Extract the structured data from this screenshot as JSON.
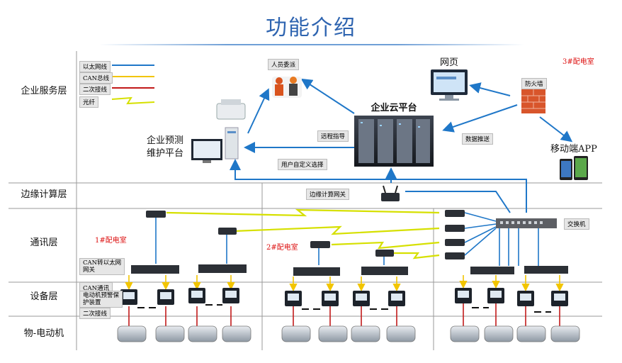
{
  "title": "功能介绍",
  "layers": [
    "企业服务层",
    "边缘计算层",
    "通讯层",
    "设备层",
    "物-电动机"
  ],
  "legend": [
    {
      "label": "以太网线",
      "color": "#1f77c8"
    },
    {
      "label": "CAN总线",
      "color": "#f2c500"
    },
    {
      "label": "二次接线",
      "color": "#c21a1a"
    },
    {
      "label": "光纤",
      "color": "#d6e000"
    }
  ],
  "service": {
    "personnel": "人员委派",
    "webpage": "网页",
    "firewall": "防火墙",
    "room3": "3#配电室",
    "cloud": "企业云平台",
    "predict_line1": "企业预测",
    "predict_line2": "维护平台",
    "mobile": "移动端APP",
    "remote": "远程指导",
    "push": "数据推送",
    "custom": "用户自定义选择"
  },
  "edge": {
    "gateway": "边缘计算网关"
  },
  "comm": {
    "switch": "交换机",
    "room1": "1#配电室",
    "room2": "2#配电室",
    "can_to_eth_line1": "CAN转以太网",
    "can_to_eth_line2": "网关"
  },
  "device": {
    "can_comm": "CAN通讯",
    "protector_line1": "电动机预警保",
    "protector_line2": "护装置",
    "secondary": "二次接线"
  },
  "colors": {
    "ethernet": "#1f77c8",
    "can": "#f2c500",
    "secondary": "#c21a1a",
    "fiber": "#d6e000",
    "title": "#2e64b0"
  }
}
